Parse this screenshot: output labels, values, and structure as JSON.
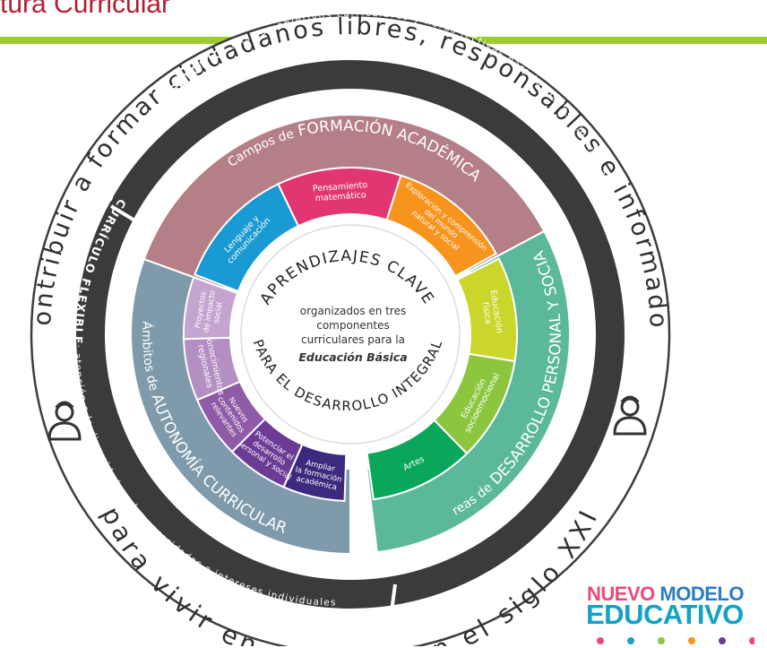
{
  "header": {
    "title": "tura Curricular",
    "accent_color": "#b11e32",
    "bar_color": "#9bcc2b"
  },
  "diagram": {
    "outer_ring": {
      "top_text": "Contribuir a formar ciudadanos libres, responsables e informados",
      "bottom_text": "para vivir en plenitud en el siglo XXI"
    },
    "dark_ring": {
      "obligatorio_title": "CURRÍCULO OBLIGATORIO",
      "obligatorio_text": ": mismos objetivos curriculares y horas lectivas para todos los alumnos a nivel nacional",
      "flexible_title": "CURRÍCULO FLEXIBLE",
      "flexible_text": ": atención a la diversidad y a las necesidades e intereses individuales"
    },
    "formacion": {
      "title_prefix": "Campos de",
      "title_main": "FORMACIÓN ACADÉMICA",
      "color": "#b47f86",
      "segments": [
        {
          "lines": [
            "Lenguaje y",
            "comunicación"
          ],
          "color": "#1a9ad2"
        },
        {
          "lines": [
            "Pensamiento",
            "matemático"
          ],
          "color": "#e23672"
        },
        {
          "lines": [
            "Exploración y comprensión",
            "del mundo",
            "natural y social"
          ],
          "color": "#f7941d"
        }
      ]
    },
    "desarrollo": {
      "title_prefix": "Áreas de",
      "title_main": "DESARROLLO PERSONAL Y SOCIAL",
      "color": "#5bb89a",
      "segments": [
        {
          "lines": [
            "Educación",
            "física"
          ],
          "color": "#cbd62b"
        },
        {
          "lines": [
            "Educación",
            "socioemocional"
          ],
          "color": "#8cc63e"
        },
        {
          "lines": [
            "Artes"
          ],
          "color": "#0aa65a"
        }
      ]
    },
    "autonomia": {
      "title_prefix": "Ámbitos de",
      "title_main": "AUTONOMÍA CURRICULAR",
      "color": "#7e9aab",
      "segments": [
        {
          "lines": [
            "Ampliar",
            "la formación",
            "académica"
          ],
          "color": "#3b2a7e"
        },
        {
          "lines": [
            "Potenciar el",
            "desarrollo",
            "personal y social"
          ],
          "color": "#6c3c95"
        },
        {
          "lines": [
            "Nuevos",
            "contenidos",
            "relevantes"
          ],
          "color": "#8f5ba7"
        },
        {
          "lines": [
            "Conocimientos",
            "regionales"
          ],
          "color": "#b48fc2"
        },
        {
          "lines": [
            "Proyectos",
            "de impacto",
            "social"
          ],
          "color": "#c5a4cf"
        }
      ]
    },
    "center": {
      "arc_top": "APRENDIZAJES CLAVE",
      "arc_bottom": "PARA EL DESARROLLO INTEGRAL",
      "lines": [
        "organizados en tres",
        "componentes",
        "curriculares para la"
      ],
      "emphasis": "Educación Básica"
    }
  },
  "logo": {
    "line1a": "NUEVO",
    "line1b": "MODELO",
    "line2": "EDUCATIVO",
    "colors": [
      "#e84a78",
      "#1ba3c6",
      "#8cc63e",
      "#f7941d",
      "#6c3c95"
    ]
  }
}
